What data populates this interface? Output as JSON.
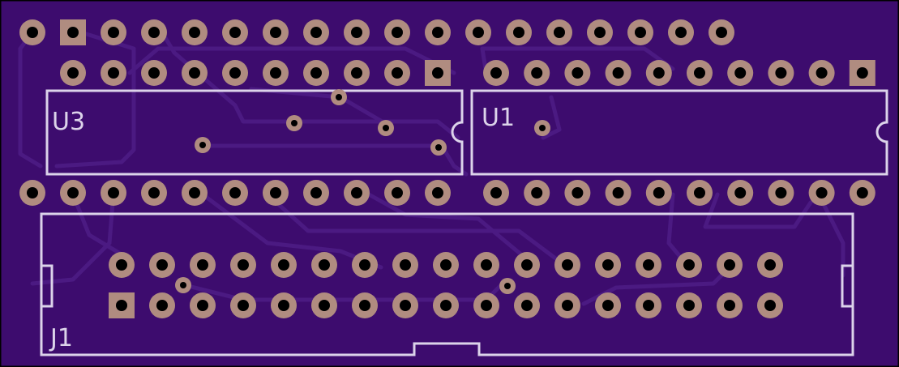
{
  "board": {
    "colors": {
      "substrate": "#3d0c6e",
      "trace": "#4b1a82",
      "silkscreen": "#dcd3ea",
      "pad_copper": "#b08c80",
      "drill_hole": "#000000",
      "edge": "#000000"
    },
    "components": {
      "u3": {
        "designator": "U3"
      },
      "u1": {
        "designator": "U1"
      },
      "j1": {
        "designator": "J1"
      }
    }
  }
}
